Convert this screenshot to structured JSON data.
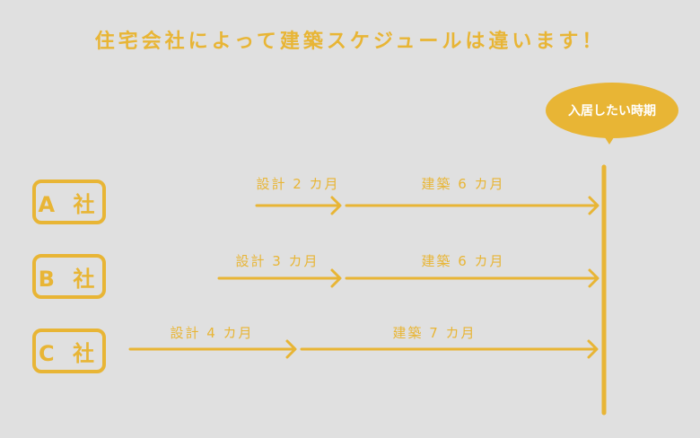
{
  "title": "住宅会社によって建築スケジュールは違います！",
  "callout": "入居したい時期",
  "colors": {
    "background": "#e0e0e0",
    "accent": "#e8b535",
    "callout_text": "#ffffff"
  },
  "companies": [
    {
      "name": "A 社",
      "design_label": "設計 2 カ月",
      "build_label": "建築 6 カ月"
    },
    {
      "name": "B 社",
      "design_label": "設計 3 カ月",
      "build_label": "建築 6 カ月"
    },
    {
      "name": "C 社",
      "design_label": "設計 4 カ月",
      "build_label": "建築 7 カ月"
    }
  ]
}
